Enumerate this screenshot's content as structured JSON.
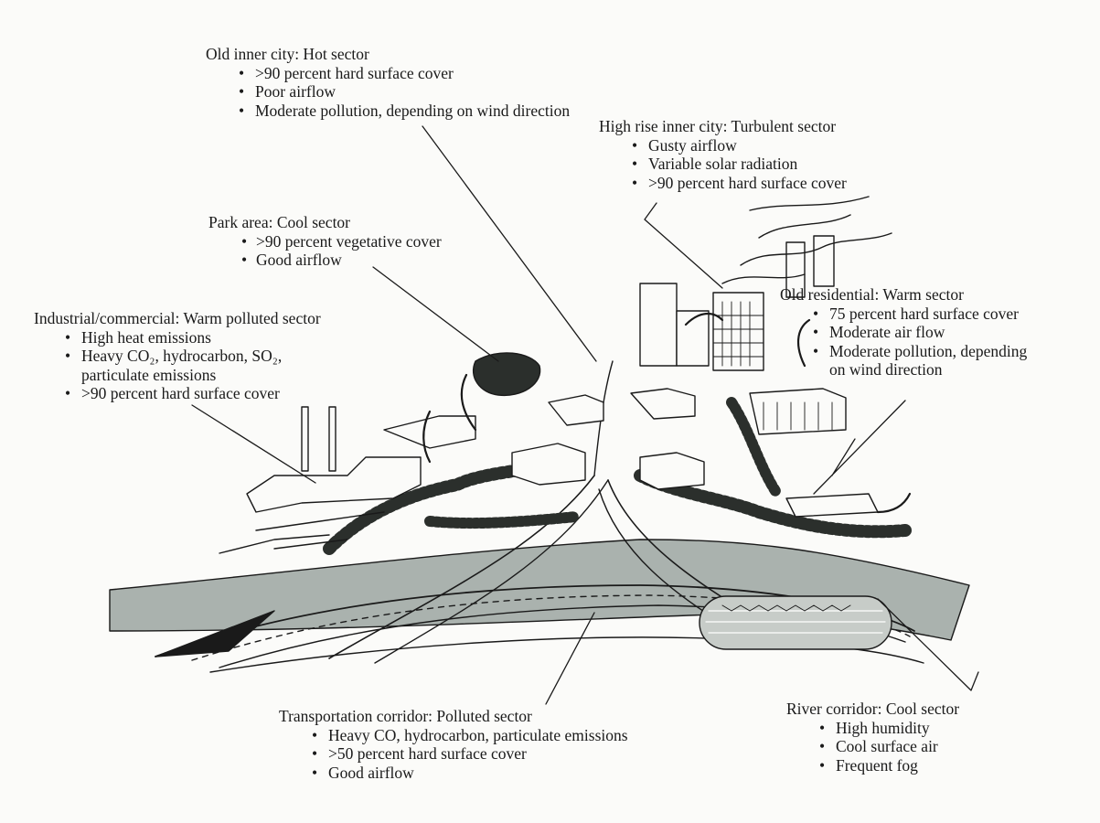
{
  "labels": {
    "old_inner_city": {
      "title": "Old inner city: Hot sector",
      "bullets": [
        ">90 percent hard surface cover",
        "Poor airflow",
        "Moderate pollution, depending on wind direction"
      ]
    },
    "high_rise": {
      "title": "High rise inner city: Turbulent sector",
      "bullets": [
        "Gusty airflow",
        "Variable solar radiation",
        ">90 percent hard surface cover"
      ]
    },
    "park_area": {
      "title": "Park area: Cool sector",
      "bullets": [
        ">90 percent vegetative cover",
        "Good airflow"
      ]
    },
    "industrial": {
      "title": "Industrial/commercial: Warm polluted sector",
      "bullets": [
        "High heat emissions",
        "Heavy CO₂, hydrocarbon, SO₂, particulate emissions",
        ">90 percent hard surface cover"
      ],
      "bullet2_line1": "Heavy CO₂, hydrocarbon, SO₂,",
      "bullet2_line2": "particulate emissions"
    },
    "old_residential": {
      "title": "Old residential: Warm sector",
      "bullets": [
        "75 percent hard surface cover",
        "Moderate air flow",
        "Moderate pollution, depending on wind direction"
      ],
      "bullet3_line1": "Moderate pollution, depending",
      "bullet3_line2": "on wind direction"
    },
    "transportation": {
      "title": "Transportation corridor: Polluted sector",
      "bullets": [
        "Heavy CO, hydrocarbon, particulate emissions",
        ">50 percent hard surface cover",
        "Good airflow"
      ]
    },
    "river": {
      "title": "River corridor: Cool sector",
      "bullets": [
        "High humidity",
        "Cool surface air",
        "Frequent fog"
      ]
    }
  },
  "colors": {
    "ink": "#1a1a1a",
    "water": "#8f9a94",
    "vegetation": "#2b2f2c",
    "paper": "#fbfbf9"
  }
}
